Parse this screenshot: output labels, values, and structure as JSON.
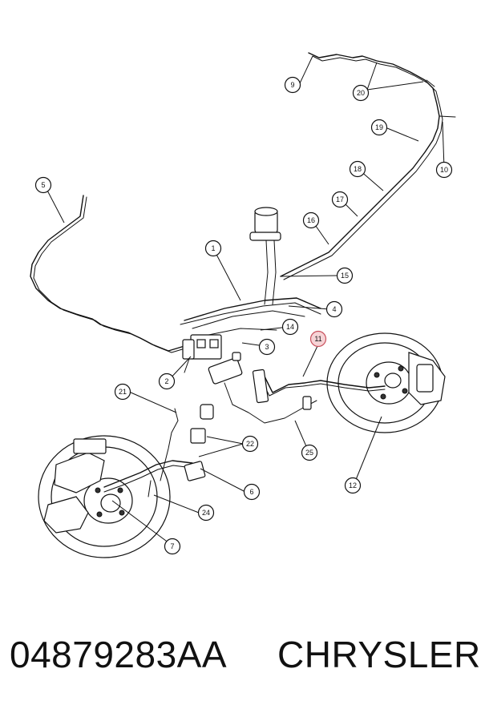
{
  "callouts": [
    {
      "label": "1"
    },
    {
      "label": "2"
    },
    {
      "label": "3"
    },
    {
      "label": "4"
    },
    {
      "label": "5"
    },
    {
      "label": "6"
    },
    {
      "label": "7"
    },
    {
      "label": "9"
    },
    {
      "label": "10"
    },
    {
      "label": "11"
    },
    {
      "label": "12"
    },
    {
      "label": "14"
    },
    {
      "label": "15"
    },
    {
      "label": "16"
    },
    {
      "label": "17"
    },
    {
      "label": "18"
    },
    {
      "label": "19"
    },
    {
      "label": "20"
    },
    {
      "label": "21"
    },
    {
      "label": "22"
    },
    {
      "label": "24"
    },
    {
      "label": "25"
    }
  ],
  "highlight_color": "#c8505c",
  "footer": {
    "part_number": "04879283AA",
    "brand": "CHRYSLER"
  }
}
